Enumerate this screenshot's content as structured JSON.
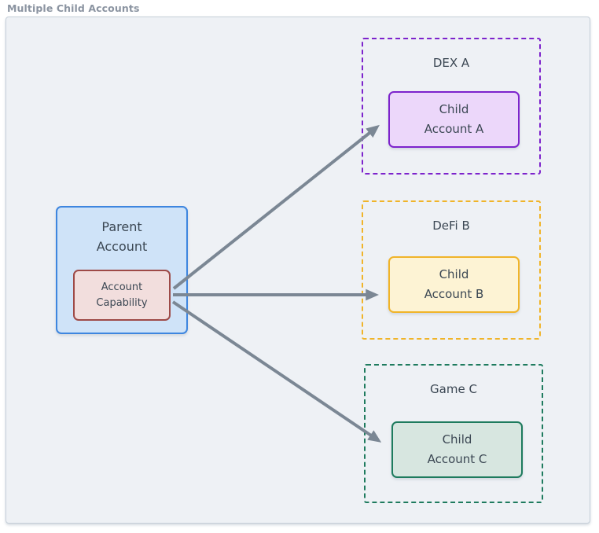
{
  "page": {
    "title": "Multiple Child Accounts"
  },
  "colors": {
    "canvas_background": "#eef1f5",
    "canvas_border": "#c6cfd9",
    "title_text": "#8b94a1",
    "label_text": "#3b4753",
    "parent_fill": "#cfe3f8",
    "parent_border": "#3e86df",
    "capability_fill": "#f2dedd",
    "capability_border": "#9e4a47",
    "dex_a_accent": "#7d23cc",
    "dex_a_child_fill": "#ecd7fa",
    "defi_b_accent": "#f0b429",
    "defi_b_child_fill": "#fdf3d4",
    "game_c_accent": "#1e7b5e",
    "game_c_child_fill": "#d7e6e0",
    "arrow": "#7b8794"
  },
  "diagram": {
    "parent": {
      "label": "Parent\nAccount",
      "capability_label": "Account\nCapability"
    },
    "groups": [
      {
        "title": "DEX A",
        "child_label": "Child\nAccount A"
      },
      {
        "title": "DeFi B",
        "child_label": "Child\nAccount B"
      },
      {
        "title": "Game C",
        "child_label": "Child\nAccount C"
      }
    ],
    "connections": [
      {
        "from": "Account Capability",
        "to": "Child Account A"
      },
      {
        "from": "Account Capability",
        "to": "Child Account B"
      },
      {
        "from": "Account Capability",
        "to": "Child Account C"
      }
    ]
  }
}
